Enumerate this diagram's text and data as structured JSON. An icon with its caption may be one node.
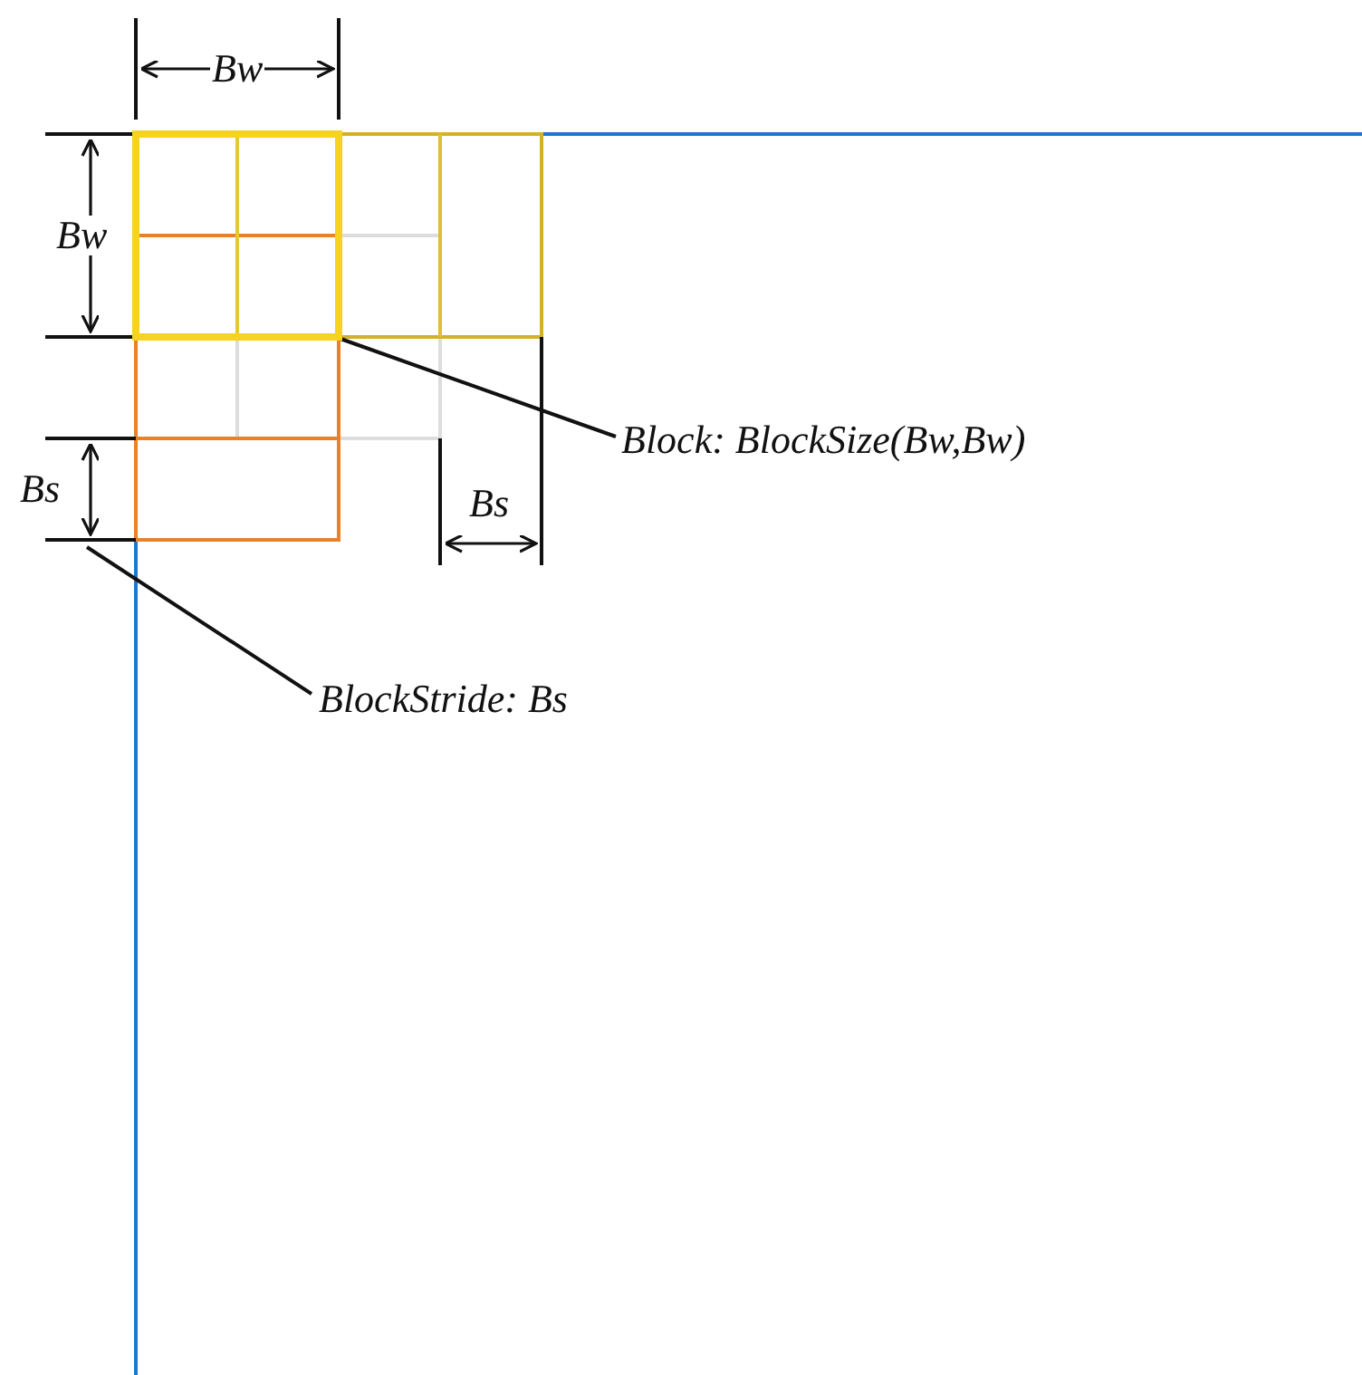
{
  "diagram": {
    "nodes": [
      {
        "text": [
          "Block: BlockSize(Bw,Bw)"
        ]
      },
      {
        "text": [],
        "shape": "box"
      },
      {
        "text": [
          "BlockStride: Bs"
        ]
      }
    ],
    "edges": [
      {
        "from": 0,
        "to": 1,
        "arrow": "none"
      },
      {
        "from": 2,
        "to": null,
        "arrow": "none"
      }
    ],
    "labels": [
      "Bw",
      "Bw",
      "Bs",
      "Bs"
    ]
  }
}
